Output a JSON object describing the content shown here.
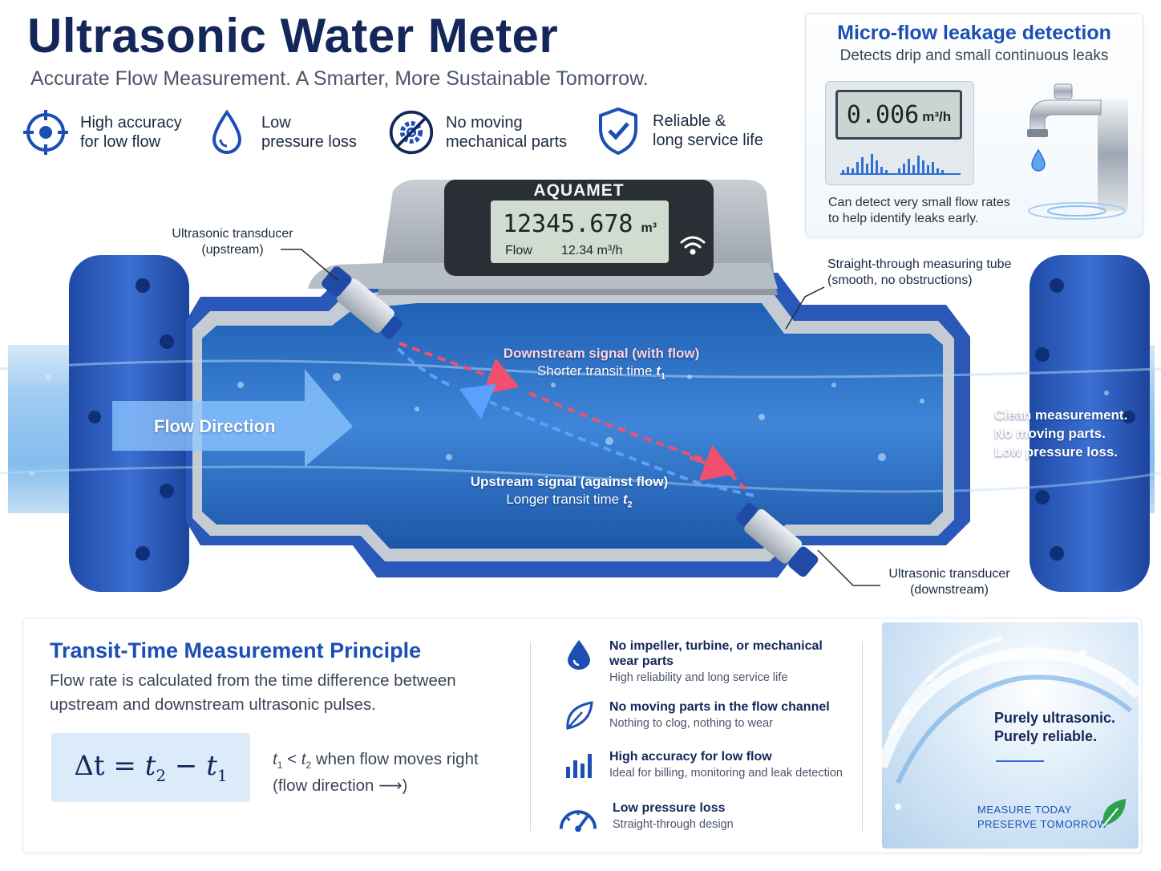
{
  "header": {
    "title": "Ultrasonic Water Meter",
    "subtitle": "Accurate Flow Measurement. A Smarter, More Sustainable Tomorrow."
  },
  "features": [
    {
      "icon": "crosshair-icon",
      "line1": "High accuracy",
      "line2": "for low flow"
    },
    {
      "icon": "water-drop-icon",
      "line1": "Low",
      "line2": "pressure loss"
    },
    {
      "icon": "no-gear-icon",
      "line1": "No moving",
      "line2": "mechanical parts"
    },
    {
      "icon": "shield-check-icon",
      "line1": "Reliable &",
      "line2": "long service life"
    }
  ],
  "leak_card": {
    "title": "Micro-flow leakage detection",
    "subtitle": "Detects drip and small continuous leaks",
    "display_value": "0.006",
    "display_unit": "m³/h",
    "note_line1": "Can detect very small flow rates",
    "note_line2": "to help identify leaks early."
  },
  "meter": {
    "brand": "AQUAMET",
    "reading": "12345.678",
    "reading_unit": "m³",
    "flow_label": "Flow",
    "flow_value": "12.34 m³/h"
  },
  "labels": {
    "transducer_up_line1": "Ultrasonic transducer",
    "transducer_up_line2": "(upstream)",
    "transducer_down_line1": "Ultrasonic transducer",
    "transducer_down_line2": "(downstream)",
    "tube_line1": "Straight-through measuring tube",
    "tube_line2": "(smooth, no obstructions)",
    "flow_direction": "Flow Direction",
    "downstream_line1": "Downstream signal (with flow)",
    "downstream_line2": "Shorter transit time",
    "downstream_var": "t",
    "downstream_sub": "1",
    "upstream_line1": "Upstream signal (against flow)",
    "upstream_line2": "Longer transit time",
    "upstream_var": "t",
    "upstream_sub": "2",
    "clean_line1": "Clean measurement.",
    "clean_line2": "No moving parts.",
    "clean_line3": "Low pressure loss."
  },
  "principle": {
    "title": "Transit-Time Measurement Principle",
    "description": "Flow rate is calculated from the time difference between upstream and downstream ultrasonic pulses.",
    "formula_lhs": "Δt = ",
    "formula_t": "t",
    "formula_sub2": "2",
    "formula_minus": " − ",
    "formula_sub1": "1",
    "cond_t": "t",
    "cond_sub1": "1",
    "cond_lt": " < ",
    "cond_sub2": "2",
    "cond_text": " when flow moves right",
    "cond_line2": "(flow direction ⟶)"
  },
  "benefits": [
    {
      "icon": "water-drop-icon",
      "title": "No impeller, turbine, or mechanical wear parts",
      "sub": "High reliability and long service life"
    },
    {
      "icon": "leaf-icon",
      "title": "No moving parts in the flow channel",
      "sub": "Nothing to clog, nothing to wear"
    },
    {
      "icon": "bar-chart-icon",
      "title": "High accuracy for low flow",
      "sub": "Ideal for billing, monitoring and leak detection"
    },
    {
      "icon": "gauge-icon",
      "title": "Low pressure loss",
      "sub": "Straight-through design"
    }
  ],
  "tagline": {
    "line1": "Purely ultrasonic.",
    "line2": "Purely reliable."
  },
  "slogan": {
    "line1": "MEASURE TODAY",
    "line2": "PRESERVE TOMORROW"
  },
  "colors": {
    "brand_blue": "#1c4fb5",
    "navy": "#14275a",
    "flange_blue": "#2f5fc4",
    "downstream_red": "#f0506e",
    "upstream_blue": "#5aa0ff",
    "water": "#3f86d8"
  }
}
